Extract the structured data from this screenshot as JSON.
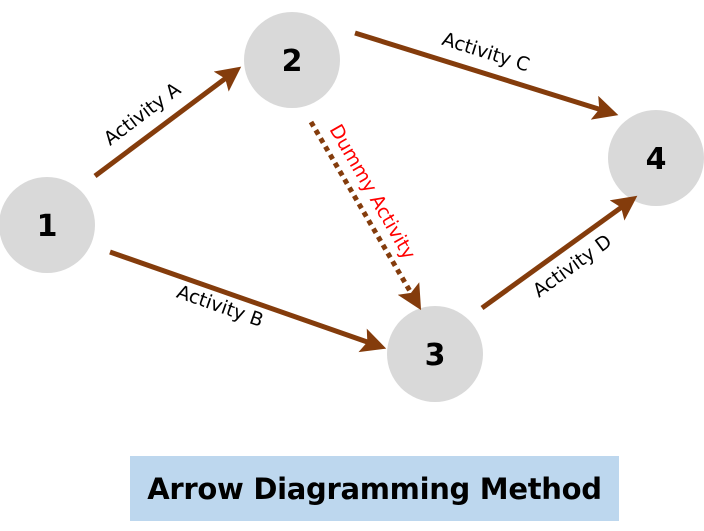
{
  "title": "Arrow Diagramming Method",
  "colors": {
    "node_fill": "#D9D9D9",
    "arrow": "#843C0C",
    "dummy_label": "#FF0000",
    "label": "#000000",
    "title_bg": "#BDD7EE"
  },
  "nodes": [
    {
      "id": "1",
      "label": "1"
    },
    {
      "id": "2",
      "label": "2"
    },
    {
      "id": "3",
      "label": "3"
    },
    {
      "id": "4",
      "label": "4"
    }
  ],
  "edges": [
    {
      "id": "A",
      "from": "1",
      "to": "2",
      "label": "Activity A",
      "dummy": false
    },
    {
      "id": "B",
      "from": "1",
      "to": "3",
      "label": "Activity B",
      "dummy": false
    },
    {
      "id": "C",
      "from": "2",
      "to": "4",
      "label": "Activity C",
      "dummy": false
    },
    {
      "id": "D",
      "from": "3",
      "to": "4",
      "label": "Activity D",
      "dummy": false
    },
    {
      "id": "Dummy",
      "from": "2",
      "to": "3",
      "label": "Dummy Activity",
      "dummy": true
    }
  ]
}
